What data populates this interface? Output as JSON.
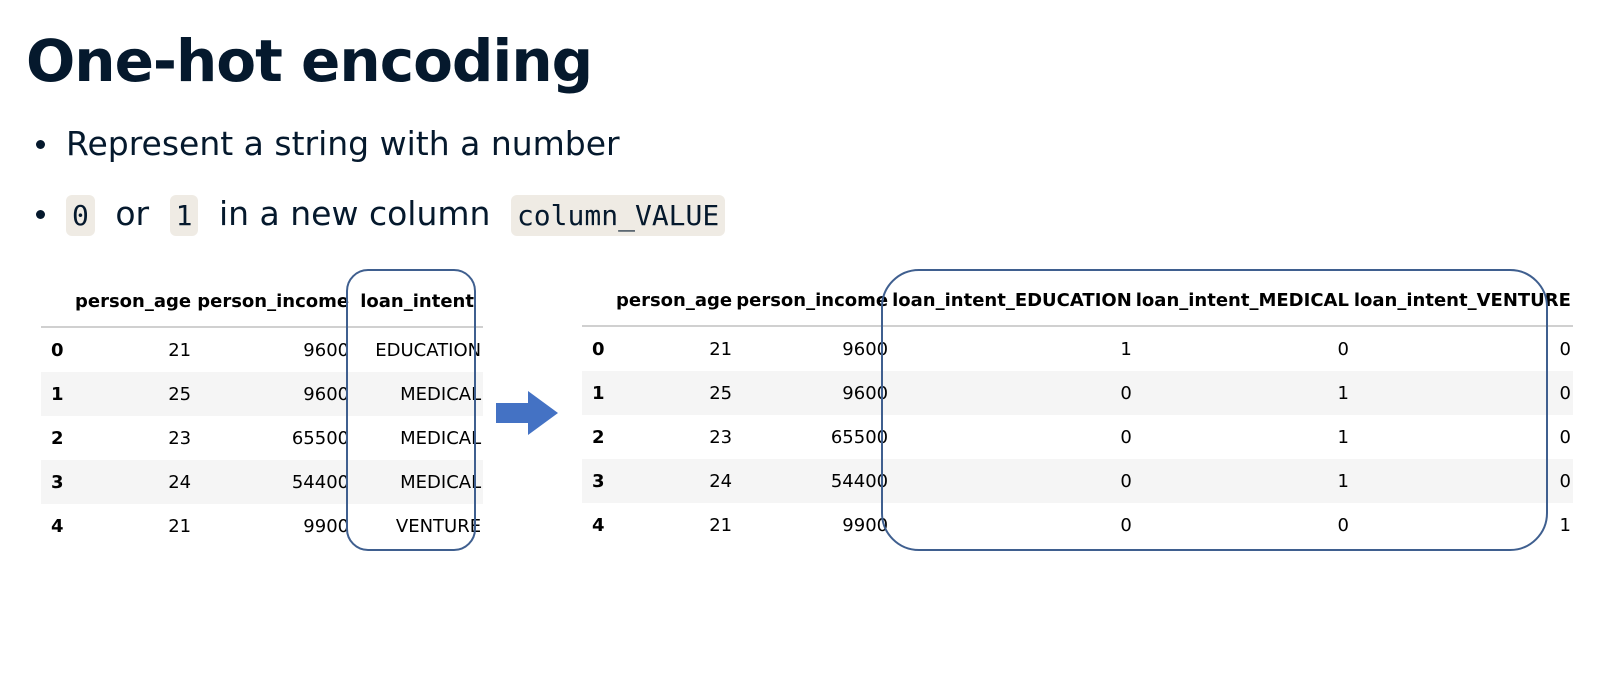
{
  "slide": {
    "title": "One-hot encoding",
    "bullets": [
      {
        "text": "Represent a string with a number"
      },
      {
        "code_a": "0",
        "or": "or",
        "code_b": "1",
        "text": "in a new column",
        "code_c": "column_VALUE"
      }
    ]
  },
  "left_table": {
    "columns": [
      "",
      "person_age",
      "person_income",
      "loan_intent"
    ],
    "rows": [
      [
        "0",
        "21",
        "9600",
        "EDUCATION"
      ],
      [
        "1",
        "25",
        "9600",
        "MEDICAL"
      ],
      [
        "2",
        "23",
        "65500",
        "MEDICAL"
      ],
      [
        "3",
        "24",
        "54400",
        "MEDICAL"
      ],
      [
        "4",
        "21",
        "9900",
        "VENTURE"
      ]
    ]
  },
  "right_table": {
    "columns": [
      "",
      "person_age",
      "person_income",
      "loan_intent_EDUCATION",
      "loan_intent_MEDICAL",
      "loan_intent_VENTURE"
    ],
    "rows": [
      [
        "0",
        "21",
        "9600",
        "1",
        "0",
        "0"
      ],
      [
        "1",
        "25",
        "9600",
        "0",
        "1",
        "0"
      ],
      [
        "2",
        "23",
        "65500",
        "0",
        "1",
        "0"
      ],
      [
        "3",
        "24",
        "54400",
        "0",
        "1",
        "0"
      ],
      [
        "4",
        "21",
        "9900",
        "0",
        "0",
        "1"
      ]
    ]
  },
  "colors": {
    "highlight": "#3f5f8f",
    "arrow": "#4472c4",
    "text": "#05192d",
    "code_bg": "#efebe4"
  },
  "icons": {
    "arrow": "right-arrow-icon"
  }
}
